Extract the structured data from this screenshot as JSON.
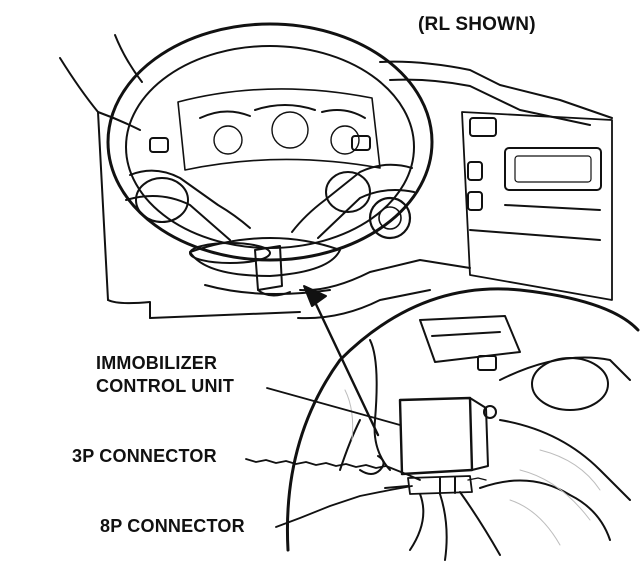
{
  "caption": "(RL SHOWN)",
  "labels": {
    "immobilizer_line1": "IMMOBILIZER",
    "immobilizer_line2": "CONTROL UNIT",
    "connector_3p": "3P CONNECTOR",
    "connector_8p": "8P CONNECTOR"
  },
  "colors": {
    "ink": "#111111",
    "paper": "#ffffff",
    "shade": "#bdbdbd"
  }
}
